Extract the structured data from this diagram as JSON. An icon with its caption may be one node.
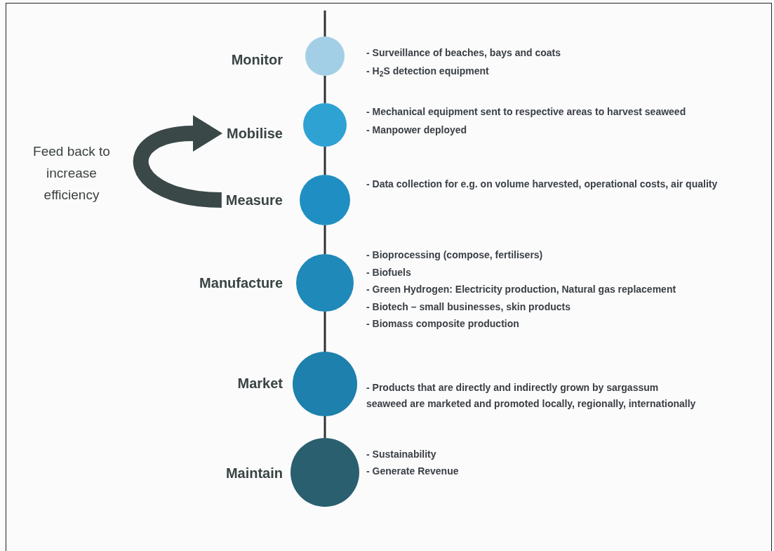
{
  "diagram": {
    "nodes": [
      {
        "text": [
          "Monitor"
        ]
      },
      {
        "text": [],
        "shape": "circle",
        "beside": [
          "- Surveillance of beaches, bays and coats",
          "- H$_{2}$S detection equipment"
        ]
      },
      {
        "text": [
          "Mobilise"
        ]
      },
      {
        "text": [],
        "shape": "circle",
        "beside": [
          "- Mechanical equipment sent to respective areas to harvest seaweed",
          "- Manpower deployed"
        ]
      },
      {
        "text": [
          "Measure"
        ]
      },
      {
        "text": [],
        "shape": "circle",
        "beside": [
          "- Data collection for e.g. on volume harvested, operational costs, air quality"
        ]
      },
      {
        "text": [
          "Manufacture"
        ]
      },
      {
        "text": [],
        "shape": "circle",
        "beside": [
          "- Bioprocessing (compose, fertilisers)",
          "- Biofuels",
          "- Green Hydrogen: Electricity production, Natural gas replacement",
          "- Biotech – small businesses, skin products",
          "- Biomass composite production"
        ]
      },
      {
        "text": [
          "Market"
        ]
      },
      {
        "text": [],
        "shape": "circle",
        "beside": [
          "- Products that are directly and indirectly grown by sargassum seaweed are marketed and promoted locally, regionally, internationally"
        ]
      },
      {
        "text": [
          "Maintain"
        ]
      },
      {
        "text": [],
        "shape": "circle",
        "beside": [
          "- Sustainability",
          "- Generate Revenue"
        ]
      }
    ],
    "edges": [
      {
        "from": null,
        "to": 1,
        "arrow": "none"
      },
      {
        "from": 1,
        "to": 3,
        "arrow": "none"
      },
      {
        "from": 3,
        "to": 5,
        "arrow": "none"
      },
      {
        "from": 5,
        "to": 7,
        "arrow": "none"
      },
      {
        "from": 7,
        "to": 9,
        "arrow": "none"
      },
      {
        "from": 9,
        "to": 11,
        "arrow": "none"
      },
      {
        "from": 4,
        "to": 2,
        "arrow": "to",
        "label": "Feed back to increase efficiency",
        "style": "thick",
        "color": "#3b4848"
      }
    ]
  }
}
